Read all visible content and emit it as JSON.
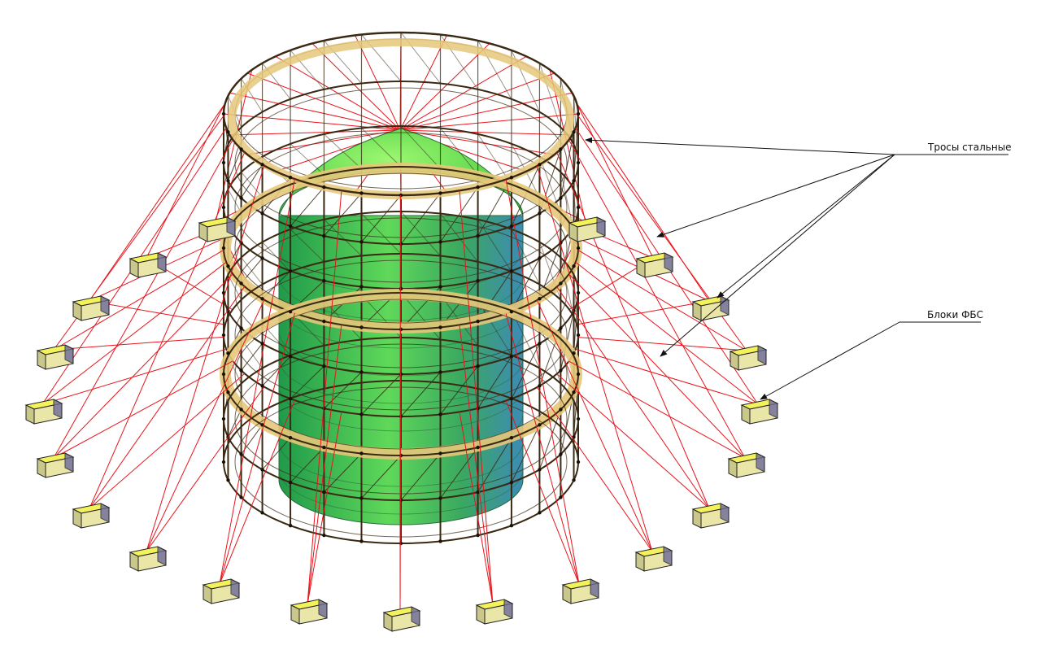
{
  "labels": {
    "cables": "Тросы стальные",
    "blocks": "Блоки ФБС"
  },
  "colors": {
    "background": "#ffffff",
    "cable": "#e8141c",
    "tank_light": "#7cf05a",
    "tank_dark": "#1f8f4a",
    "tank_shade": "#3d8bb5",
    "scaffold": "#3a2a14",
    "deck": "#e6c87a",
    "block_top": "#f4f25a",
    "block_side": "#c9c78a",
    "block_end": "#6c6a9a",
    "leader": "#111111"
  },
  "icons": {
    "leader_arrow": "arrowhead"
  }
}
